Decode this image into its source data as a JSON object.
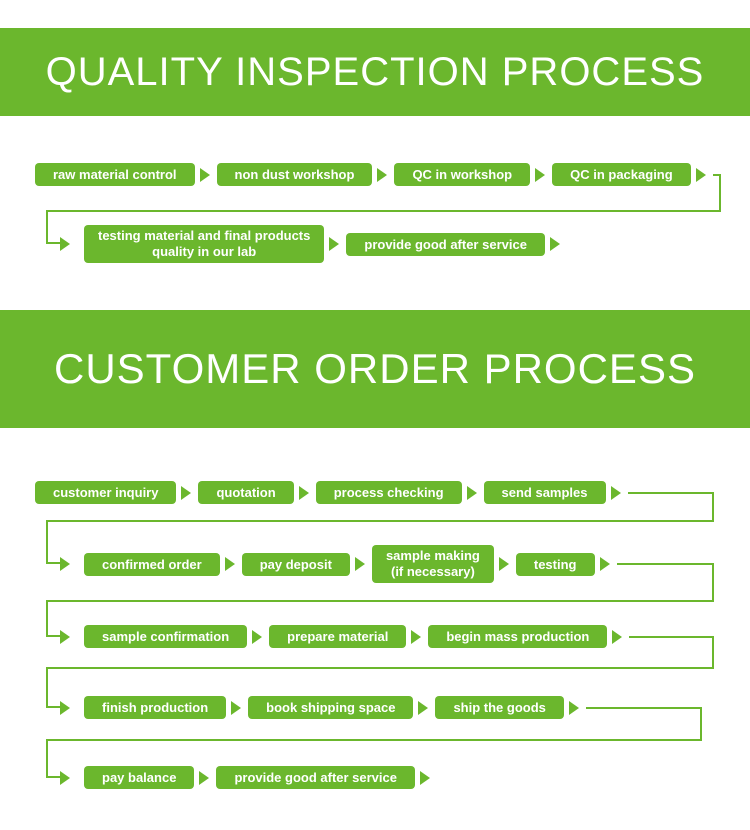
{
  "colors": {
    "green": "#6bb72d",
    "bg": "#ffffff"
  },
  "sections": [
    {
      "title": "QUALITY INSPECTION PROCESS",
      "rows": [
        {
          "boxes": [
            "raw material control",
            "non dust workshop",
            "QC in workshop",
            "QC in packaging"
          ]
        },
        {
          "boxes": [
            "testing material and final products\nquality in our lab",
            "provide good after service"
          ]
        }
      ]
    },
    {
      "title": "CUSTOMER ORDER PROCESS",
      "rows": [
        {
          "boxes": [
            "customer inquiry",
            "quotation",
            "process checking",
            "send samples"
          ]
        },
        {
          "boxes": [
            "confirmed order",
            "pay deposit",
            "sample making\n(if necessary)",
            "testing"
          ]
        },
        {
          "boxes": [
            "sample confirmation",
            "prepare material",
            "begin mass production"
          ]
        },
        {
          "boxes": [
            "finish production",
            "book shipping space",
            "ship the goods"
          ]
        },
        {
          "boxes": [
            "pay balance",
            "provide good after service"
          ]
        }
      ]
    }
  ]
}
